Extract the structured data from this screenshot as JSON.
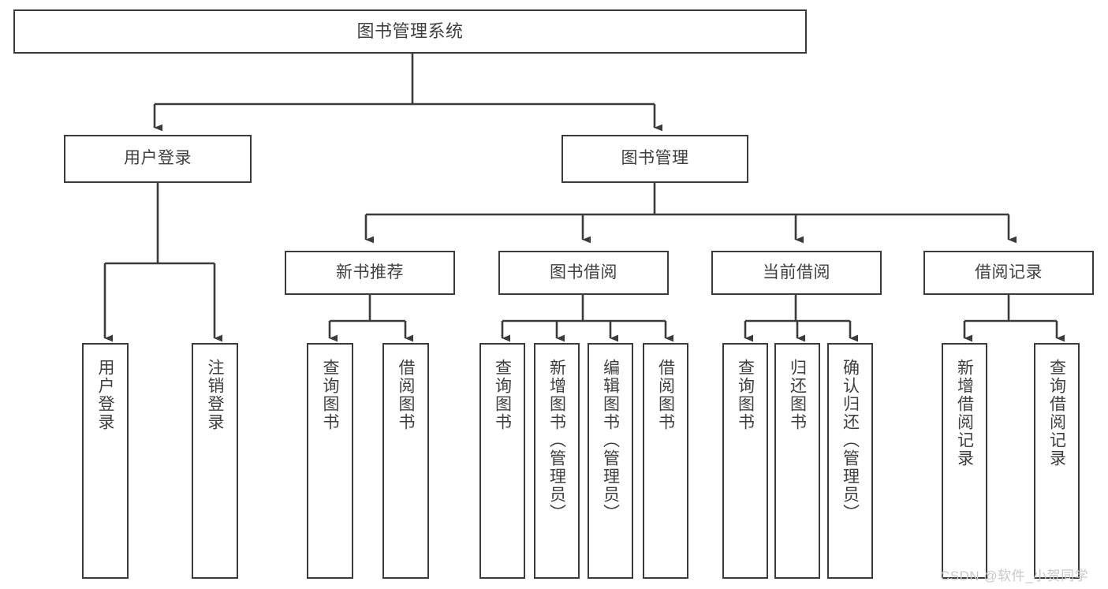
{
  "diagram": {
    "title": "图书管理系统",
    "type": "hierarchy-tree",
    "watermark": "CSDN @软件_小贺同学",
    "colors": {
      "box_border": "#3b3b3b",
      "box_fill": "#ffffff",
      "edge": "#3b3b3b",
      "text": "#404040",
      "watermark": "#c9c9c9",
      "background": "#ffffff"
    },
    "levels": {
      "root": {
        "label": "图书管理系统"
      },
      "level2": [
        {
          "id": "user-login",
          "label": "用户登录"
        },
        {
          "id": "book-management",
          "label": "图书管理"
        }
      ],
      "level3": [
        {
          "id": "new-book-recommend",
          "label": "新书推荐",
          "parent": "book-management"
        },
        {
          "id": "book-borrow",
          "label": "图书借阅",
          "parent": "book-management"
        },
        {
          "id": "current-borrow",
          "label": "当前借阅",
          "parent": "book-management"
        },
        {
          "id": "borrow-record",
          "label": "借阅记录",
          "parent": "book-management"
        }
      ],
      "leaves": [
        {
          "id": "leaf-user-login",
          "label": "用户登录",
          "parent": "user-login"
        },
        {
          "id": "leaf-user-logout",
          "label": "注销登录",
          "parent": "user-login"
        },
        {
          "id": "leaf-query-book-1",
          "label": "查询图书",
          "parent": "new-book-recommend"
        },
        {
          "id": "leaf-borrow-book-1",
          "label": "借阅图书",
          "parent": "new-book-recommend"
        },
        {
          "id": "leaf-query-book-2",
          "label": "查询图书",
          "parent": "book-borrow"
        },
        {
          "id": "leaf-add-book",
          "label": "新增图书（管理员）",
          "parent": "book-borrow"
        },
        {
          "id": "leaf-edit-book",
          "label": "编辑图书（管理员）",
          "parent": "book-borrow"
        },
        {
          "id": "leaf-borrow-book-2",
          "label": "借阅图书",
          "parent": "book-borrow"
        },
        {
          "id": "leaf-query-book-3",
          "label": "查询图书",
          "parent": "current-borrow"
        },
        {
          "id": "leaf-return-book",
          "label": "归还图书",
          "parent": "current-borrow"
        },
        {
          "id": "leaf-confirm-return",
          "label": "确认归还（管理员）",
          "parent": "current-borrow"
        },
        {
          "id": "leaf-add-record",
          "label": "新增借阅记录",
          "parent": "borrow-record"
        },
        {
          "id": "leaf-query-record",
          "label": "查询借阅记录",
          "parent": "borrow-record"
        }
      ]
    }
  }
}
